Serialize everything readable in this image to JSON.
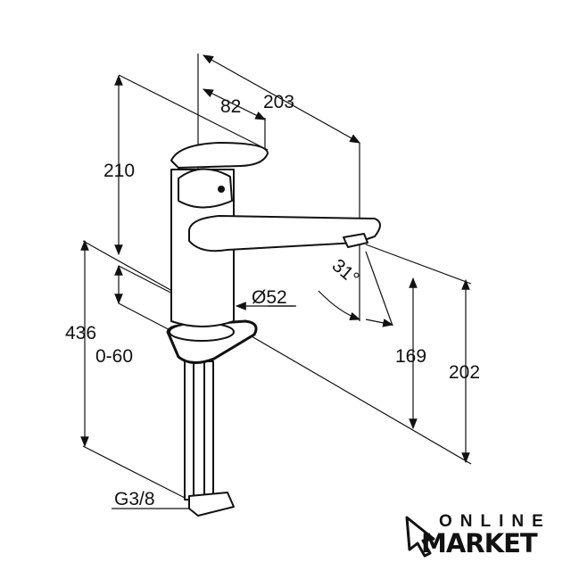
{
  "drawing": {
    "dimensions": {
      "overall_reach": "203",
      "lever_offset": "82",
      "height_above_deck": "210",
      "total_height": "436",
      "deck_thickness": "0-60",
      "base_diameter": "Ø52",
      "spout_angle": "31°",
      "spout_height": "169",
      "max_height": "202",
      "connection_thread": "G3/8"
    }
  },
  "logo": {
    "line1": "ONLINE",
    "line2": "MARKET"
  }
}
